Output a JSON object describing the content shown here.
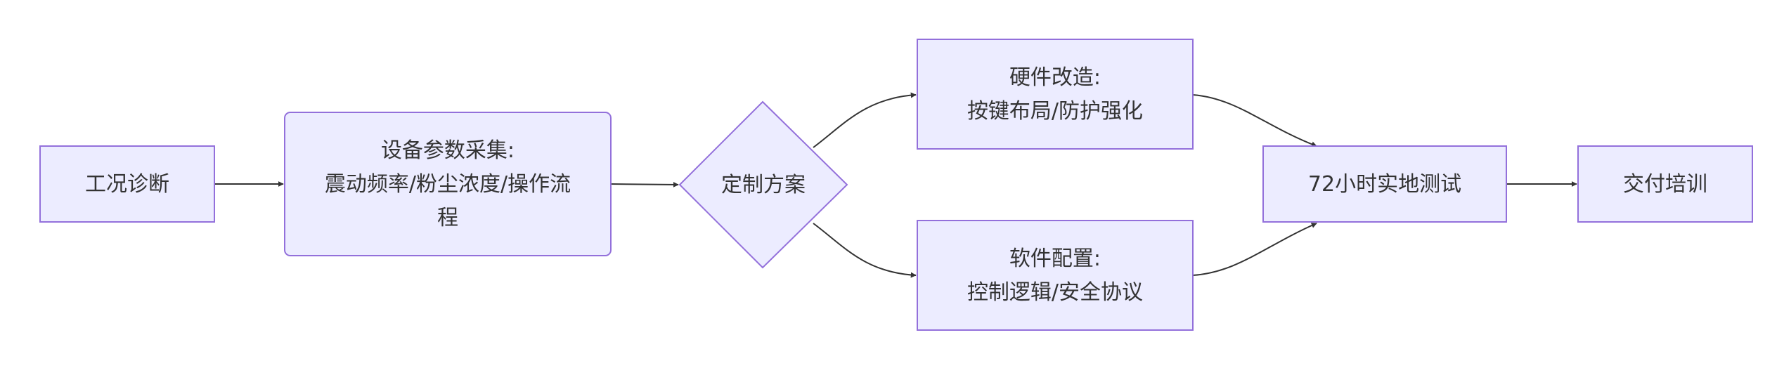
{
  "diagram": {
    "colors": {
      "node_fill": "#ECECFF",
      "node_stroke": "#9370DB",
      "edge": "#333333",
      "text": "#333333"
    },
    "nodes": {
      "diagnosis": {
        "lines": [
          "工况诊断"
        ]
      },
      "collection": {
        "lines": [
          "设备参数采集:",
          "震动频率/粉尘浓度/操作流",
          "程"
        ]
      },
      "decision": {
        "lines": [
          "定制方案"
        ]
      },
      "hardware": {
        "lines": [
          "硬件改造:",
          "按键布局/防护强化"
        ]
      },
      "software": {
        "lines": [
          "软件配置:",
          "控制逻辑/安全协议"
        ]
      },
      "testing": {
        "lines": [
          "72小时实地测试"
        ]
      },
      "delivery": {
        "lines": [
          "交付培训"
        ]
      }
    },
    "edges": [
      {
        "from": "diagnosis",
        "to": "collection"
      },
      {
        "from": "collection",
        "to": "decision"
      },
      {
        "from": "decision",
        "to": "hardware"
      },
      {
        "from": "decision",
        "to": "software"
      },
      {
        "from": "hardware",
        "to": "testing"
      },
      {
        "from": "software",
        "to": "testing"
      },
      {
        "from": "testing",
        "to": "delivery"
      }
    ]
  }
}
